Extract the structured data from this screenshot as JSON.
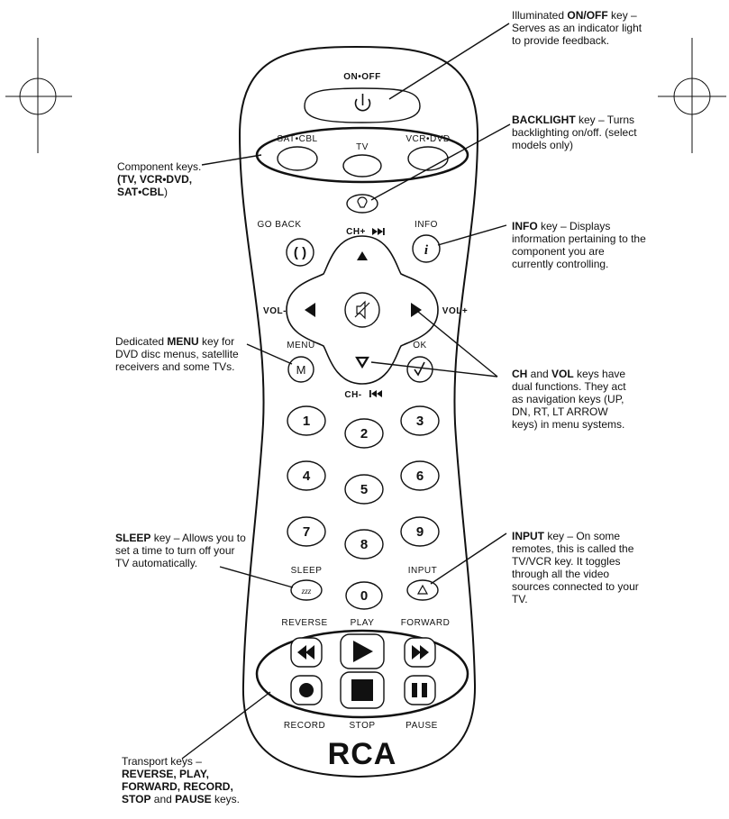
{
  "remote": {
    "keys": {
      "on_off": "ON•OFF",
      "sat_cbl": "SAT•CBL",
      "tv": "TV",
      "vcr_dvd": "VCR•DVD",
      "go_back": "GO BACK",
      "info": "INFO",
      "ch_up": "CH+",
      "ch_down": "CH-",
      "vol_down": "VOL-",
      "vol_up": "VOL+",
      "menu": "MENU",
      "menu_glyph": "M",
      "ok": "OK",
      "sleep": "SLEEP",
      "sleep_glyph": "zzz",
      "input": "INPUT",
      "reverse": "REVERSE",
      "play": "PLAY",
      "forward": "FORWARD",
      "record": "RECORD",
      "stop": "STOP",
      "pause": "PAUSE",
      "digits": [
        "1",
        "2",
        "3",
        "4",
        "5",
        "6",
        "7",
        "8",
        "9",
        "0"
      ]
    },
    "brand": "RCA"
  },
  "annotations": {
    "onoff": {
      "pre": "Illuminated ",
      "bold": "ON/OFF",
      "post": " key – Serves as an indicator light to provide feedback."
    },
    "backlight": {
      "pre": "",
      "bold": "BACKLIGHT",
      "post": " key – Turns backlighting on/off. (select models only)"
    },
    "component": {
      "pre": "Component keys. ",
      "bold": "(TV, VCR•DVD, SAT•CBL",
      "post": ")"
    },
    "info": {
      "pre": "",
      "bold": "INFO",
      "post": " key – Displays information pertaining to the component you are currently controlling."
    },
    "menu": {
      "pre": "Dedicated ",
      "bold": "MENU",
      "post": " key for DVD disc menus, satellite receivers and some TVs."
    },
    "chvol": {
      "bold1": "CH",
      "mid": " and ",
      "bold2": "VOL",
      "post": " keys have dual functions. They act as navigation keys (UP, DN, RT, LT ARROW keys) in menu systems."
    },
    "sleep": {
      "pre": "",
      "bold": "SLEEP",
      "post": " key – Allows you to set a time to turn off your TV automatically."
    },
    "input": {
      "pre": "",
      "bold": "INPUT",
      "post": " key – On some remotes, this is called the TV/VCR key. It toggles through all the video sources connected to your TV."
    },
    "transport": {
      "pre": "Transport keys – ",
      "bold": "REVERSE, PLAY, FORWARD, RECORD, STOP",
      "mid": " and ",
      "bold2": "PAUSE",
      "post": " keys."
    }
  }
}
